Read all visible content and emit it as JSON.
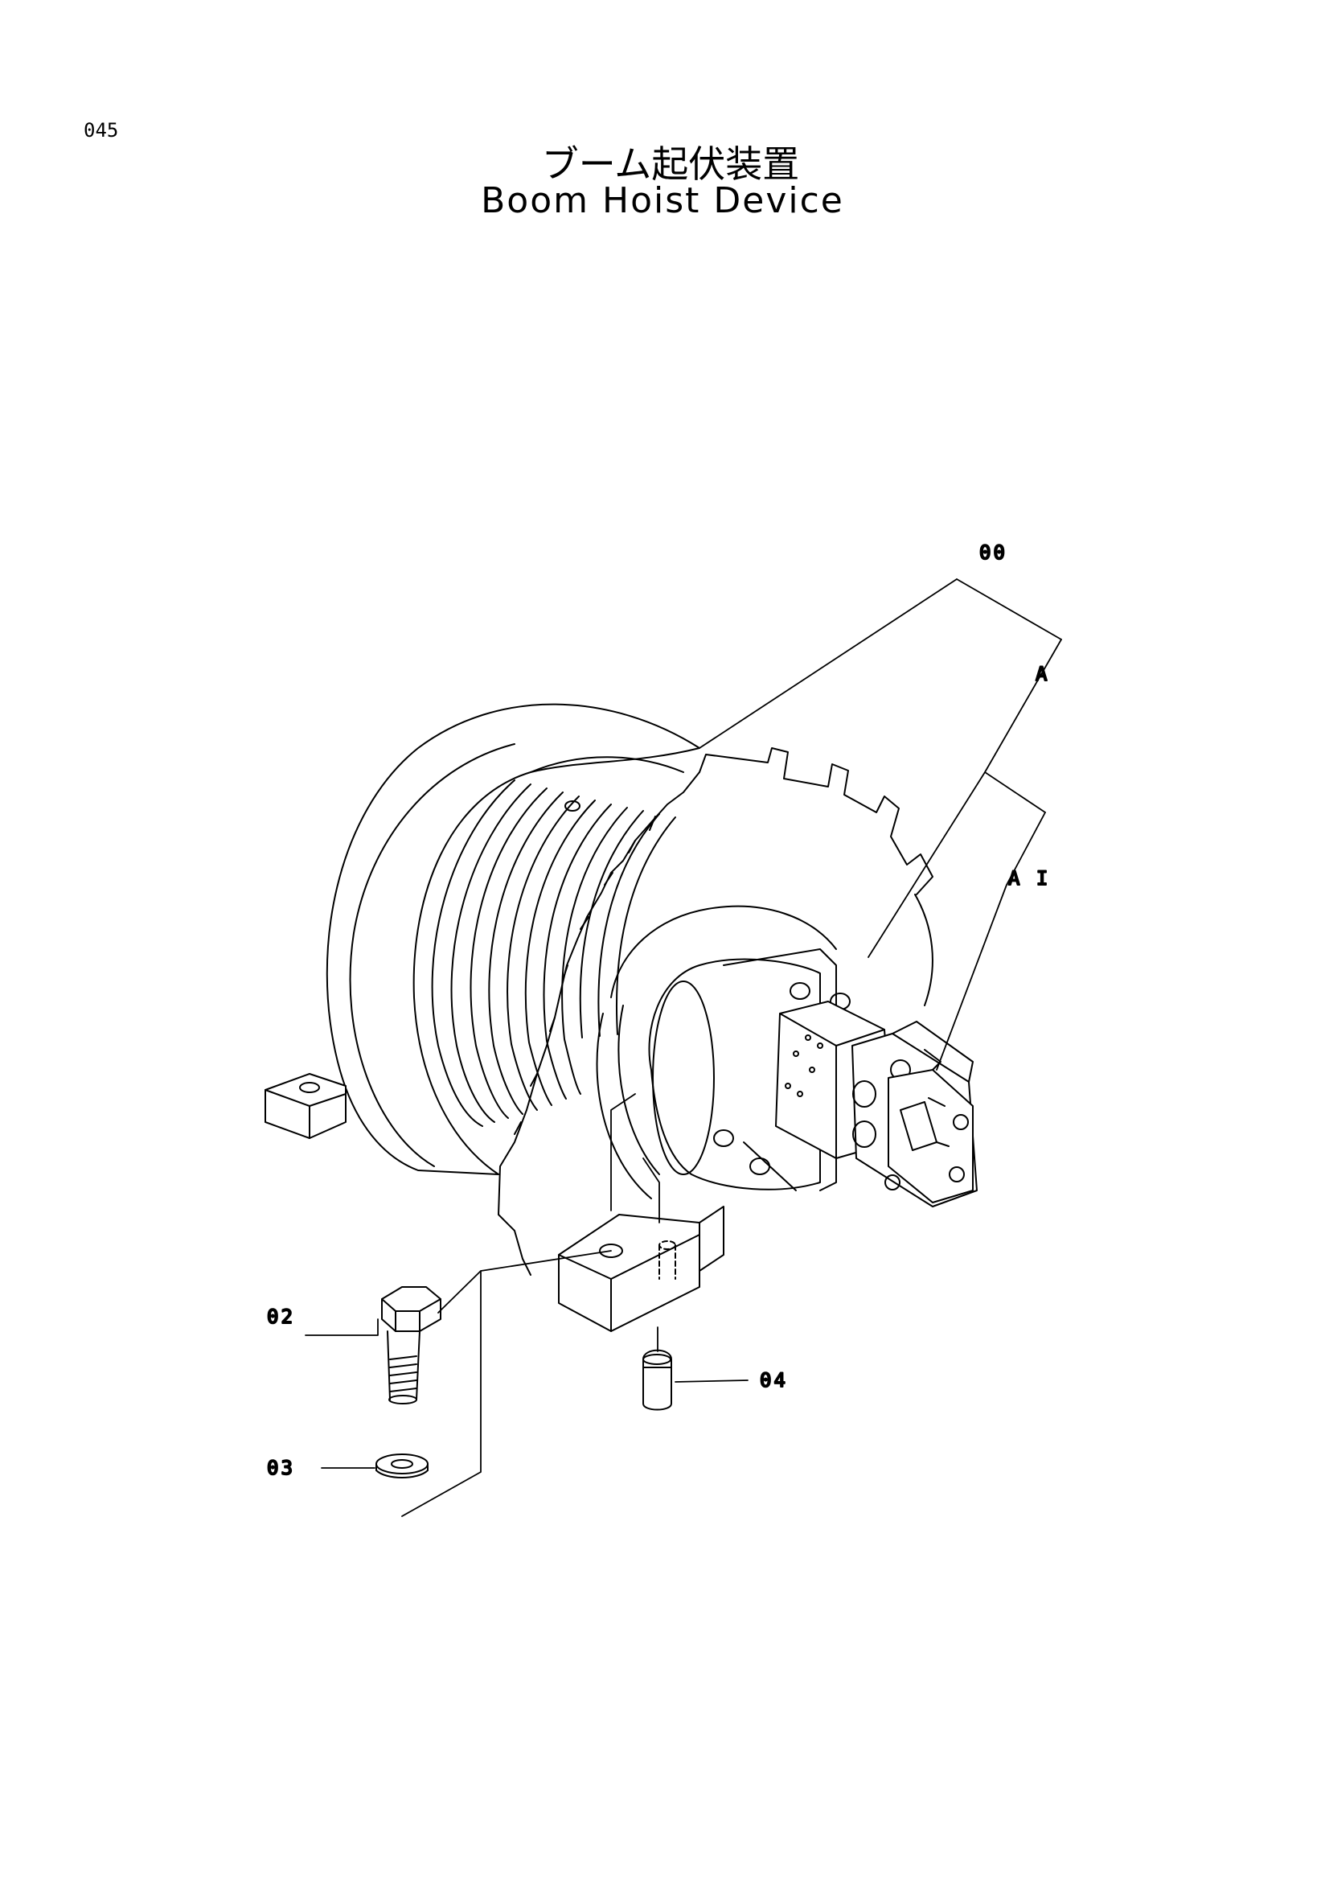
{
  "page_number": "045",
  "title_jp": "ブーム起伏装置",
  "title_en": "Boom Hoist Device",
  "callouts": {
    "c00": "00",
    "cA": "A",
    "cA1": "A I",
    "c02": "02",
    "c03": "03",
    "c04": "04"
  }
}
